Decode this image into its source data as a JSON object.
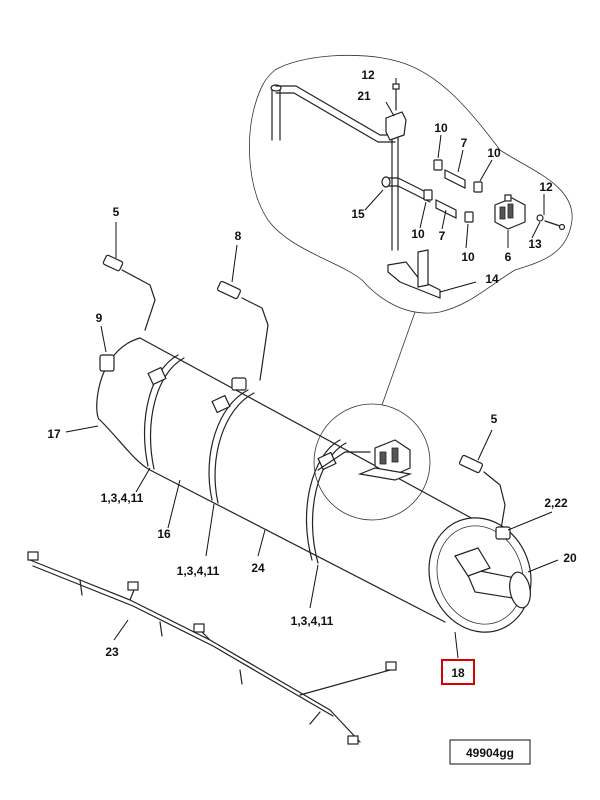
{
  "labels": {
    "p12a": "12",
    "p21": "21",
    "p10a": "10",
    "p7a": "7",
    "p10b": "10",
    "p12b": "12",
    "p15": "15",
    "p10c": "10",
    "p7b": "7",
    "p10d": "10",
    "p6": "6",
    "p13": "13",
    "p14": "14",
    "p5a": "5",
    "p8": "8",
    "p9": "9",
    "p17": "17",
    "p5b": "5",
    "p2_22": "2,22",
    "p20": "20",
    "p1_3_4_11a": "1,3,4,11",
    "p16": "16",
    "p1_3_4_11b": "1,3,4,11",
    "p24": "24",
    "p1_3_4_11c": "1,3,4,11",
    "p23": "23",
    "p18": "18"
  },
  "highlighted_part": "18",
  "drawing_id": "49904gg",
  "colors": {
    "highlight": "#d90000",
    "line": "#222222"
  }
}
